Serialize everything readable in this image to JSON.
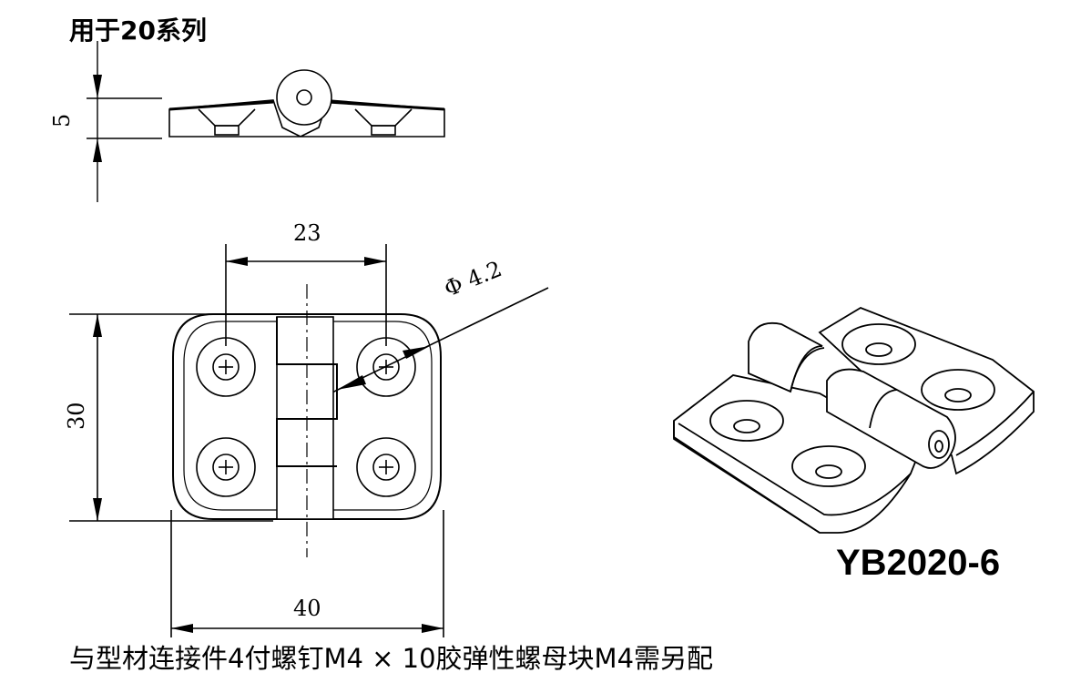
{
  "title": "用于20系列",
  "model": "YB2020-6",
  "note": "与型材连接件4付螺钉M4 × 10胶弹性螺母块M4需另配",
  "dimensions": {
    "height": "5",
    "hole_spacing": "23",
    "hole_diameter": "Φ 4.2",
    "plate_height": "30",
    "plate_width": "40"
  }
}
